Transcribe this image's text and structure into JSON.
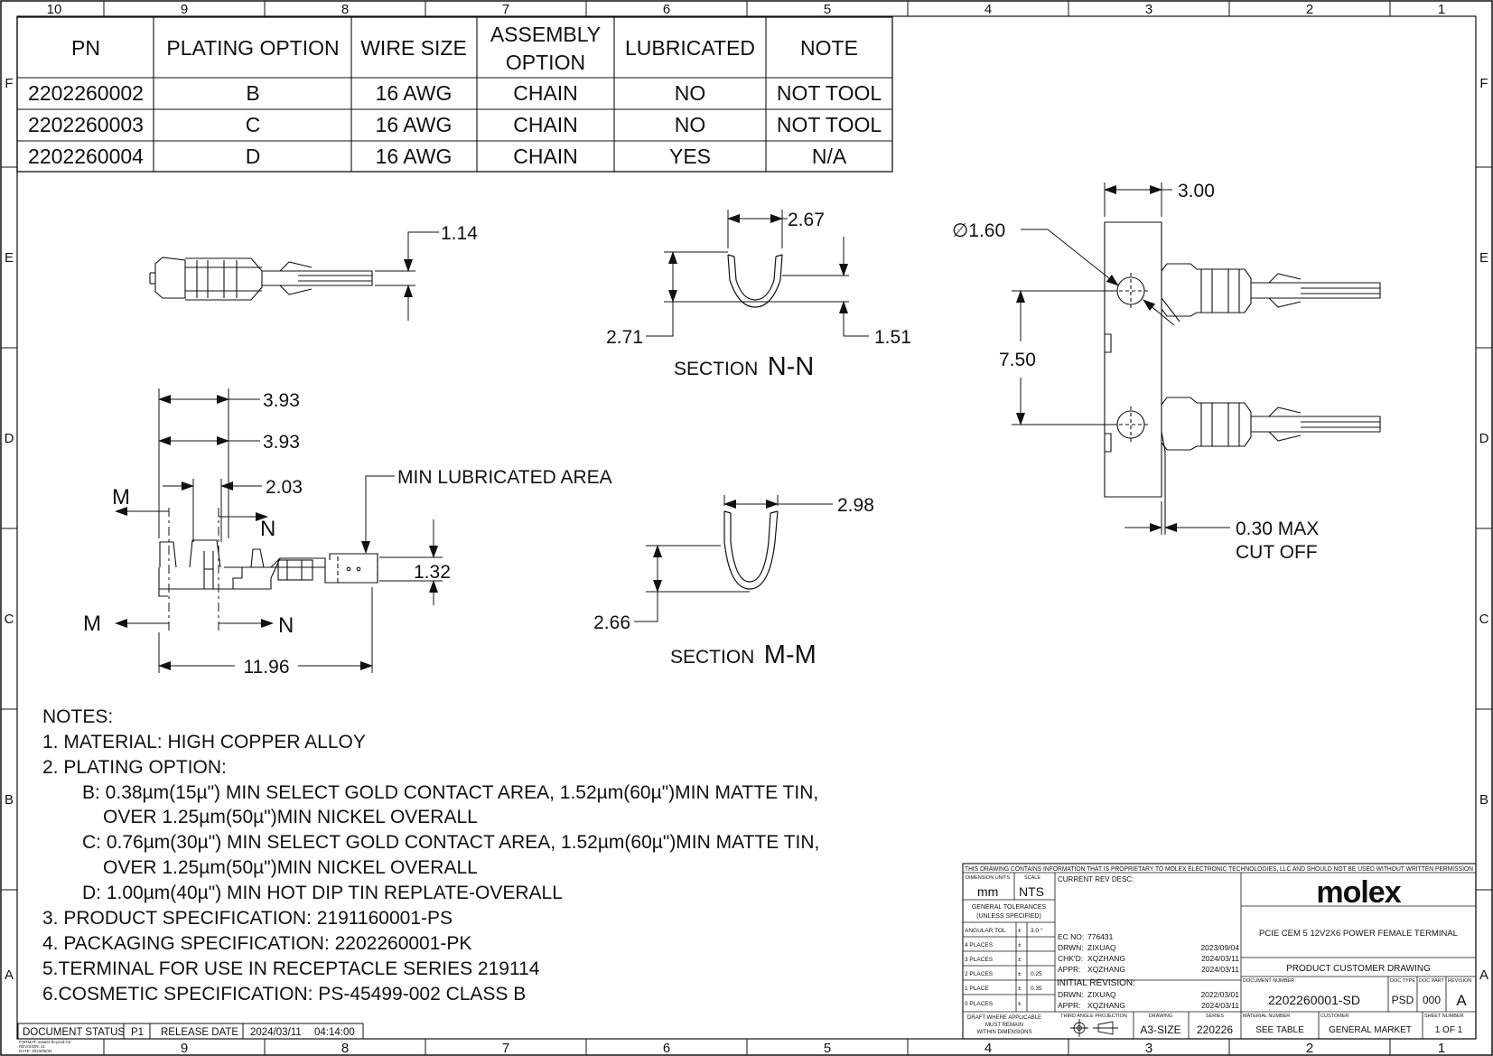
{
  "border": {
    "top_cols": [
      "10",
      "9",
      "8",
      "7",
      "6",
      "5",
      "4",
      "3",
      "2",
      "1"
    ],
    "bottom_cols": [
      "9",
      "8",
      "7",
      "6",
      "5",
      "4",
      "3",
      "2",
      "1"
    ],
    "rows": [
      "F",
      "E",
      "D",
      "C",
      "B",
      "A"
    ]
  },
  "pn_table": {
    "headers": [
      "PN",
      "PLATING OPTION",
      "WIRE SIZE",
      "ASSEMBLY\nOPTION",
      "LUBRICATED",
      "NOTE"
    ],
    "rows": [
      [
        "2202260002",
        "B",
        "16 AWG",
        "CHAIN",
        "NO",
        "NOT TOOL"
      ],
      [
        "2202260003",
        "C",
        "16 AWG",
        "CHAIN",
        "NO",
        "NOT TOOL"
      ],
      [
        "2202260004",
        "D",
        "16 AWG",
        "CHAIN",
        "YES",
        "N/A"
      ]
    ]
  },
  "dims": {
    "d_1_14": "1.14",
    "d_2_67": "2.67",
    "d_2_71": "2.71",
    "d_1_51": "1.51",
    "section_nn_prefix": "SECTION",
    "section_nn_id": "N-N",
    "d_3_93_a": "3.93",
    "d_3_93_b": "3.93",
    "d_2_03": "2.03",
    "min_lube": "MIN LUBRICATED AREA",
    "d_1_32": "1.32",
    "d_11_96": "11.96",
    "cut_m": "M",
    "cut_n": "N",
    "d_2_98": "2.98",
    "d_2_66": "2.66",
    "section_mm_prefix": "SECTION",
    "section_mm_id": "M-M",
    "d_3_00": "3.00",
    "d_dia": "∅1.60",
    "d_7_50": "7.50",
    "cutoff_1": "0.30 MAX",
    "cutoff_2": "CUT OFF"
  },
  "notes": [
    "NOTES:",
    "1. MATERIAL: HIGH COPPER ALLOY",
    "2. PLATING OPTION:",
    "B: 0.38µm(15µ\") MIN SELECT GOLD CONTACT AREA, 1.52µm(60µ\")MIN MATTE TIN,",
    "OVER 1.25µm(50µ\")MIN NICKEL OVERALL",
    "C: 0.76µm(30µ\") MIN SELECT GOLD CONTACT AREA, 1.52µm(60µ\")MIN MATTE TIN,",
    "OVER 1.25µm(50µ\")MIN NICKEL OVERALL",
    "D: 1.00µm(40µ\")  MIN HOT DIP TIN REPLATE-OVERALL",
    "3. PRODUCT SPECIFICATION: 2191160001-PS",
    "4. PACKAGING SPECIFICATION: 2202260001-PK",
    "5.TERMINAL FOR USE IN RECEPTACLE SERIES 219114",
    "6.COSMETIC SPECIFICATION: PS-45499-002 CLASS B"
  ],
  "status_bar": {
    "document_status_label": "DOCUMENT STATUS",
    "document_status": "P1",
    "release_date_label": "RELEASE DATE",
    "release_date": "2024/03/11",
    "release_time": "04:14:00"
  },
  "title_block": {
    "proprietary": "THIS DRAWING CONTAINS INFORMATION THAT IS PROPRIETARY TO MOLEX ELECTRONIC TECHNOLOGIES, LLC AND SHOULD NOT BE USED WITHOUT WRITTEN PERMISSION",
    "dim_units_label": "DIMENSION UNITS",
    "dim_units": "mm",
    "scale_label": "SCALE",
    "scale": "NTS",
    "current_rev_label": "CURRENT REV DESC:",
    "general_tol_1": "GENERAL TOLERANCES",
    "general_tol_2": "(UNLESS SPECIFIED)",
    "angular_tol_label": "ANGULAR TOL",
    "angular_tol_pm": "±",
    "angular_tol": "3.0 °",
    "places": [
      {
        "label": "4 PLACES",
        "pm": "±",
        "val": ""
      },
      {
        "label": "3 PLACES",
        "pm": "±",
        "val": ""
      },
      {
        "label": "2 PLACES",
        "pm": "±",
        "val": "0.25"
      },
      {
        "label": "1 PLACE",
        "pm": "±",
        "val": "0.35"
      },
      {
        "label": "0 PLACES",
        "pm": "±",
        "val": ""
      }
    ],
    "ec_no_label": "EC NO:",
    "ec_no": "776431",
    "drwn_label": "DRWN:",
    "drwn": "ZIXUAQ",
    "drwn_date": "2023/09/04",
    "chkd_label": "CHK'D:",
    "chkd": "XQZHANG",
    "chkd_date": "2024/03/11",
    "appr_label": "APPR:",
    "appr": "XQZHANG",
    "appr_date": "2024/03/11",
    "initial_rev_label": "INITIAL REVISION:",
    "init_drwn_label": "DRWN:",
    "init_drwn": "ZIXUAQ",
    "init_drwn_date": "2022/03/01",
    "init_appr_label": "APPR:",
    "init_appr": "XQZHANG",
    "init_appr_date": "2024/03/11",
    "logo": "molex",
    "part_title": "PCIE CEM 5 12V2X6 POWER FEMALE TERMINAL",
    "drawing_type": "PRODUCT CUSTOMER DRAWING",
    "doc_number_label": "DOCUMENT NUMBER",
    "doc_number": "2202260001-SD",
    "doc_type_label": "DOC TYPE",
    "doc_type": "PSD",
    "doc_part_label": "DOC PART",
    "doc_part": "000",
    "revision_label": "REVISION",
    "revision": "A",
    "draft_note_1": "DRAFT WHERE APPLICABLE",
    "draft_note_2": "MUST REMAIN",
    "draft_note_3": "WITHIN DIMENSIONS",
    "projection_label": "THIRD ANGLE PROJECTION",
    "drawing_label": "DRAWING",
    "drawing_size": "A3-SIZE",
    "series_label": "SERIES",
    "series": "220226",
    "material_label": "MATERIAL NUMBER",
    "material": "SEE TABLE",
    "customer_label": "CUSTOMER",
    "customer": "GENERAL MARKET",
    "sheet_label": "SHEET NUMBER",
    "sheet": "1 OF 1"
  },
  "format_info": [
    "FORMAT: master-tb-prod-A3",
    "REVISION: J1",
    "DATE: 2023/05/31"
  ]
}
